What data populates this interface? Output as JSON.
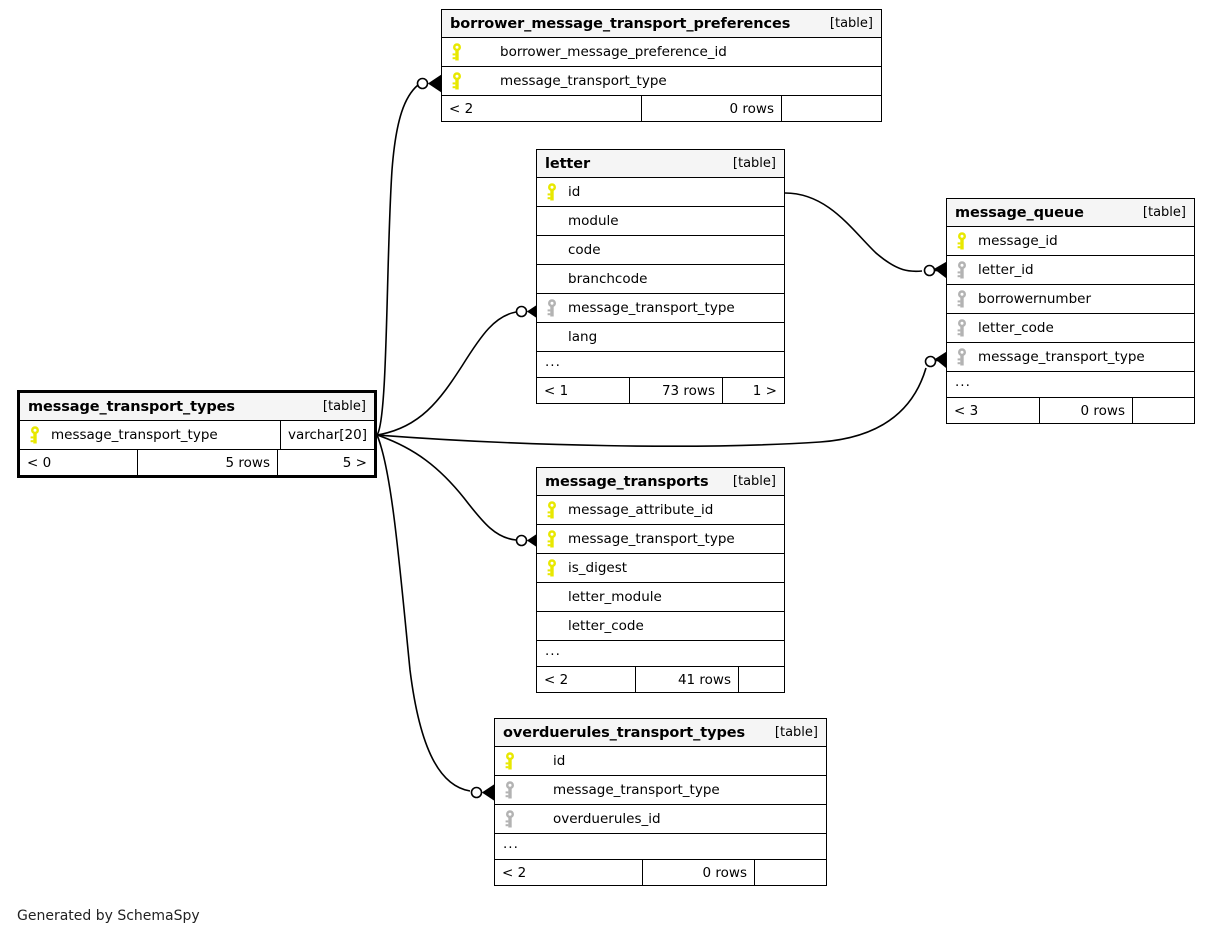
{
  "diagram": {
    "generator_credit": "Generated by SchemaSpy",
    "table_tag": "[table]",
    "ellipsis": "...",
    "colors": {
      "primary_key": "#e8e800",
      "foreign_key": "#b3b3b3",
      "header_bg": "#f5f5f5",
      "border": "#000000",
      "edge": "#000000",
      "background": "#ffffff"
    }
  },
  "tables": [
    {
      "id": "borrower_message_transport_preferences",
      "name": "borrower_message_transport_preferences",
      "tag": "[table]",
      "focus": false,
      "indent": "large",
      "columns": [
        {
          "name": "borrower_message_preference_id",
          "key": "primary",
          "type": ""
        },
        {
          "name": "message_transport_type",
          "key": "primary",
          "type": ""
        }
      ],
      "has_ellipsis": false,
      "footer": {
        "left": "< 2",
        "middle": "0 rows",
        "right": ""
      }
    },
    {
      "id": "letter",
      "name": "letter",
      "tag": "[table]",
      "focus": false,
      "indent": "small",
      "columns": [
        {
          "name": "id",
          "key": "primary",
          "type": ""
        },
        {
          "name": "module",
          "key": "none",
          "type": ""
        },
        {
          "name": "code",
          "key": "none",
          "type": ""
        },
        {
          "name": "branchcode",
          "key": "none",
          "type": ""
        },
        {
          "name": "message_transport_type",
          "key": "foreign",
          "type": ""
        },
        {
          "name": "lang",
          "key": "none",
          "type": ""
        }
      ],
      "has_ellipsis": true,
      "footer": {
        "left": "< 1",
        "middle": "73 rows",
        "right": "1 >"
      }
    },
    {
      "id": "message_queue",
      "name": "message_queue",
      "tag": "[table]",
      "focus": false,
      "indent": "small",
      "columns": [
        {
          "name": "message_id",
          "key": "primary",
          "type": ""
        },
        {
          "name": "letter_id",
          "key": "foreign",
          "type": ""
        },
        {
          "name": "borrowernumber",
          "key": "foreign",
          "type": ""
        },
        {
          "name": "letter_code",
          "key": "foreign",
          "type": ""
        },
        {
          "name": "message_transport_type",
          "key": "foreign",
          "type": ""
        }
      ],
      "has_ellipsis": true,
      "footer": {
        "left": "< 3",
        "middle": "0 rows",
        "right": ""
      }
    },
    {
      "id": "message_transport_types",
      "name": "message_transport_types",
      "tag": "[table]",
      "focus": true,
      "indent": "small",
      "columns": [
        {
          "name": "message_transport_type",
          "key": "primary",
          "type": "varchar[20]"
        }
      ],
      "has_ellipsis": false,
      "footer": {
        "left": "< 0",
        "middle": "5 rows",
        "right": "5 >"
      }
    },
    {
      "id": "message_transports",
      "name": "message_transports",
      "tag": "[table]",
      "focus": false,
      "indent": "small",
      "columns": [
        {
          "name": "message_attribute_id",
          "key": "primary",
          "type": ""
        },
        {
          "name": "message_transport_type",
          "key": "primary",
          "type": ""
        },
        {
          "name": "is_digest",
          "key": "primary",
          "type": ""
        },
        {
          "name": "letter_module",
          "key": "none",
          "type": ""
        },
        {
          "name": "letter_code",
          "key": "none",
          "type": ""
        }
      ],
      "has_ellipsis": true,
      "footer": {
        "left": "< 2",
        "middle": "41 rows",
        "right": ""
      }
    },
    {
      "id": "overduerules_transport_types",
      "name": "overduerules_transport_types",
      "tag": "[table]",
      "focus": false,
      "indent": "large",
      "columns": [
        {
          "name": "id",
          "key": "primary",
          "type": ""
        },
        {
          "name": "message_transport_type",
          "key": "foreign",
          "type": ""
        },
        {
          "name": "overduerules_id",
          "key": "foreign",
          "type": ""
        }
      ],
      "has_ellipsis": true,
      "footer": {
        "left": "< 2",
        "middle": "0 rows",
        "right": ""
      }
    }
  ],
  "relationships": [
    {
      "from": "message_transport_types.message_transport_type",
      "to": "borrower_message_transport_preferences.message_transport_type"
    },
    {
      "from": "message_transport_types.message_transport_type",
      "to": "letter.message_transport_type"
    },
    {
      "from": "message_transport_types.message_transport_type",
      "to": "message_queue.message_transport_type"
    },
    {
      "from": "message_transport_types.message_transport_type",
      "to": "message_transports.message_transport_type"
    },
    {
      "from": "message_transport_types.message_transport_type",
      "to": "overduerules_transport_types.message_transport_type"
    },
    {
      "from": "letter.id",
      "to": "message_queue.letter_id"
    }
  ]
}
